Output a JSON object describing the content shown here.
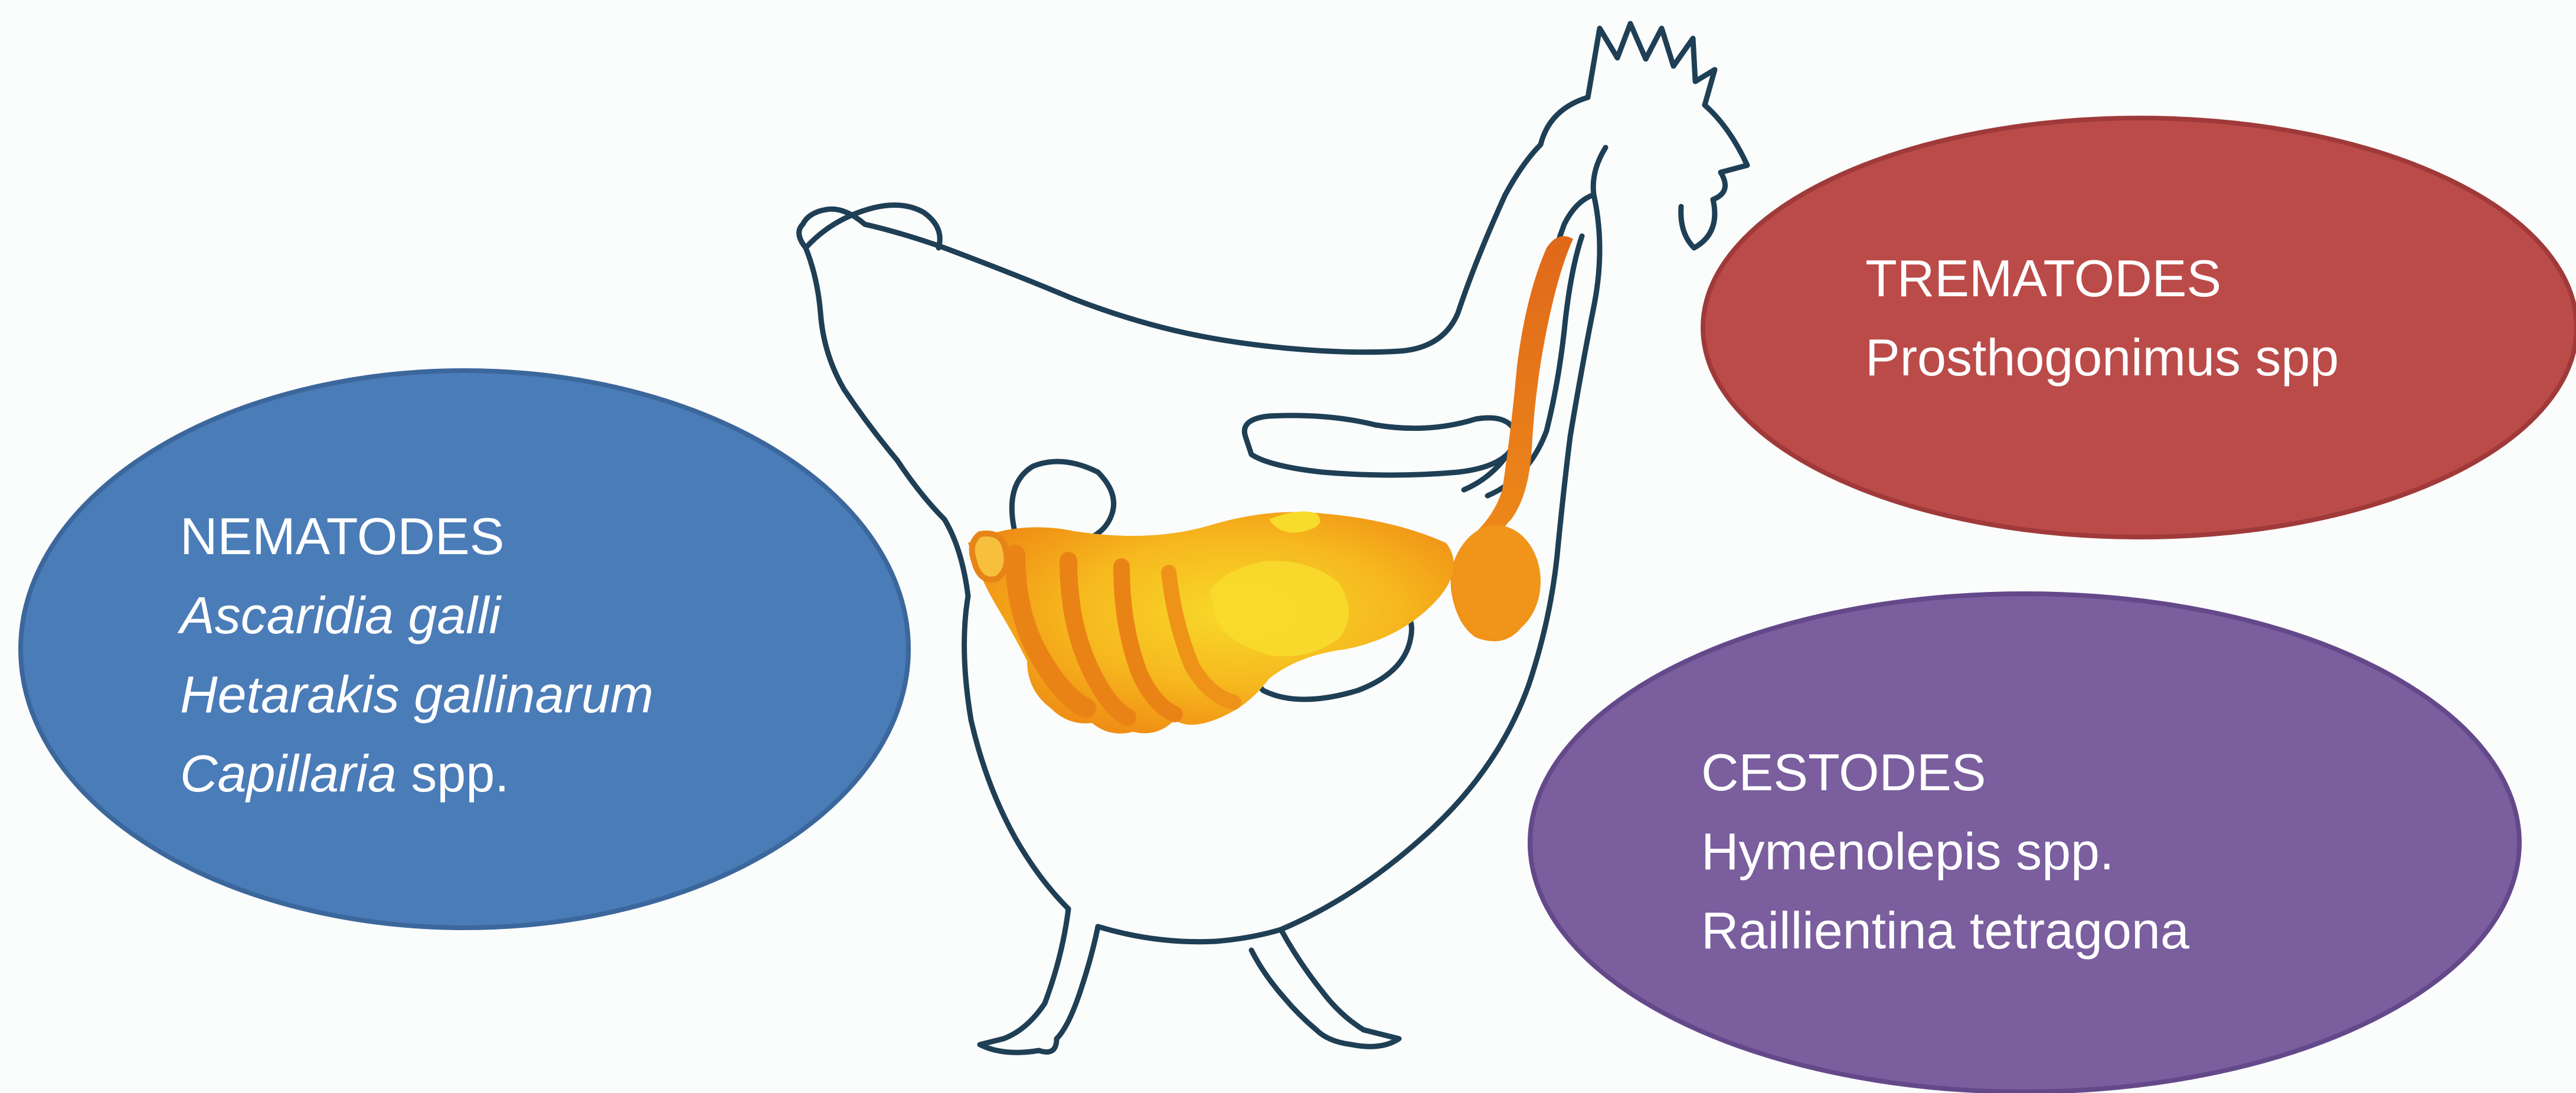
{
  "colors": {
    "background": "#fbfcfc",
    "outline": "#1e3f55",
    "nematodes_fill": "#4a7cb8",
    "nematodes_stroke": "#3b679c",
    "trematodes_fill": "#bb4b49",
    "trematodes_stroke": "#a03a3a",
    "cestodes_fill": "#7a5e9e",
    "cestodes_stroke": "#64498a",
    "gut_orange": "#f29a18",
    "gut_yellow": "#f7cf1f",
    "text": "#ffffff"
  },
  "groups": {
    "nematodes": {
      "heading": "NEMATODES",
      "species": [
        {
          "italic": "Ascaridia galli",
          "plain": ""
        },
        {
          "italic": "Hetarakis gallinarum",
          "plain": ""
        },
        {
          "italic": "Capillaria",
          "plain": " spp."
        }
      ]
    },
    "trematodes": {
      "heading": "TREMATODES",
      "species": [
        {
          "plain": "Prosthogonimus spp"
        }
      ]
    },
    "cestodes": {
      "heading": "CESTODES",
      "species": [
        {
          "plain": "Hymenolepis spp."
        },
        {
          "plain": "Raillientina tetragona"
        }
      ]
    }
  }
}
